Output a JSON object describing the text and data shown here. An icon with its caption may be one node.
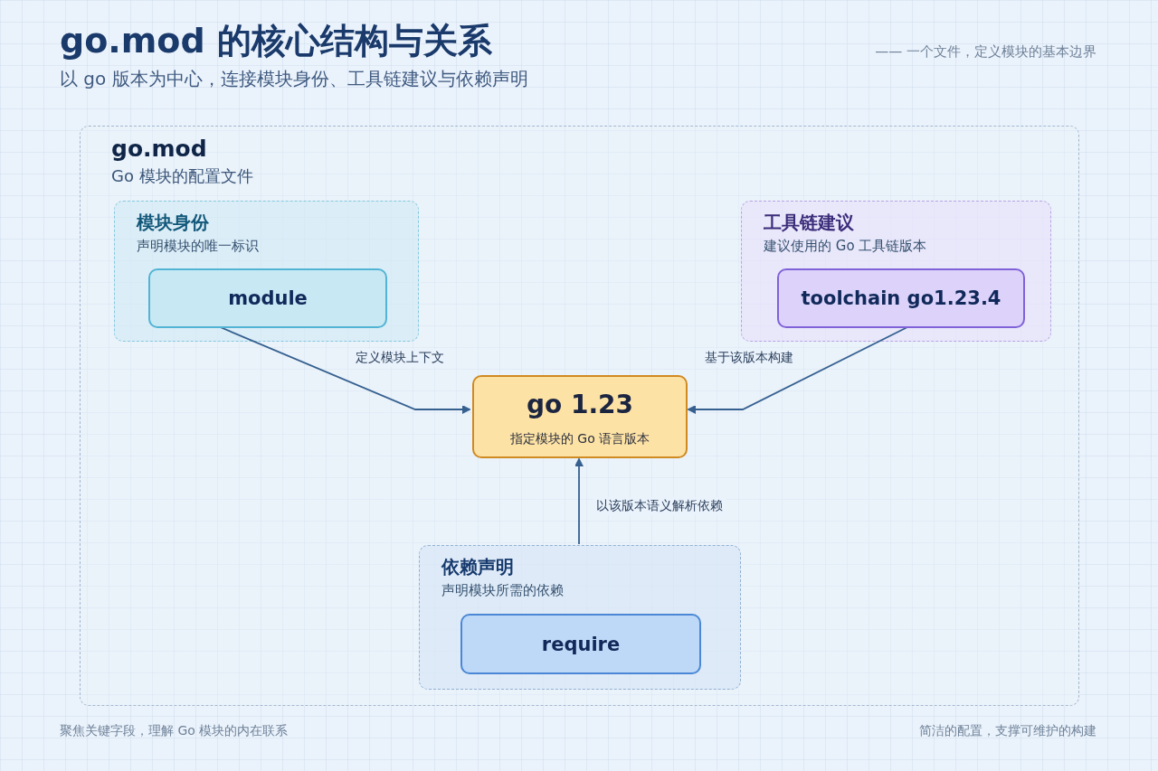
{
  "diagram": {
    "title": "go.mod 的核心结构与关系",
    "nodes": [
      {
        "text": [
          "go.mod",
          "Go 模块的配置文件"
        ]
      },
      {
        "text": [
          "模块身份",
          "声明模块的唯一标识"
        ],
        "in": 0
      },
      {
        "text": [
          "module"
        ],
        "in": 1
      },
      {
        "text": [
          "工具链建议",
          "建议使用的 Go 工具链版本"
        ],
        "in": 0
      },
      {
        "text": [
          "toolchain go1.23.4"
        ],
        "in": 3
      },
      {
        "text": [
          "go 1.23",
          "指定模块的 Go 语言版本"
        ],
        "in": 0
      },
      {
        "text": [
          "依赖声明",
          "声明模块所需的依赖"
        ],
        "in": 0
      },
      {
        "text": [
          "require"
        ],
        "in": 6
      }
    ],
    "edges": [
      {
        "from": 2,
        "to": 5,
        "arrow": "to",
        "label": "定义模块上下文"
      },
      {
        "from": 4,
        "to": 5,
        "arrow": "to",
        "label": "基于该版本构建"
      },
      {
        "from": 6,
        "to": 5,
        "arrow": "to",
        "label": "以该版本语义解析依赖"
      }
    ],
    "labels": [
      "以 go 版本为中心，连接模块身份、工具链建议与依赖声明",
      "—— 一个文件，定义模块的基本边界",
      "聚焦关键字段，理解 Go 模块的内在联系",
      "简洁的配置，支撑可维护的构建"
    ]
  }
}
